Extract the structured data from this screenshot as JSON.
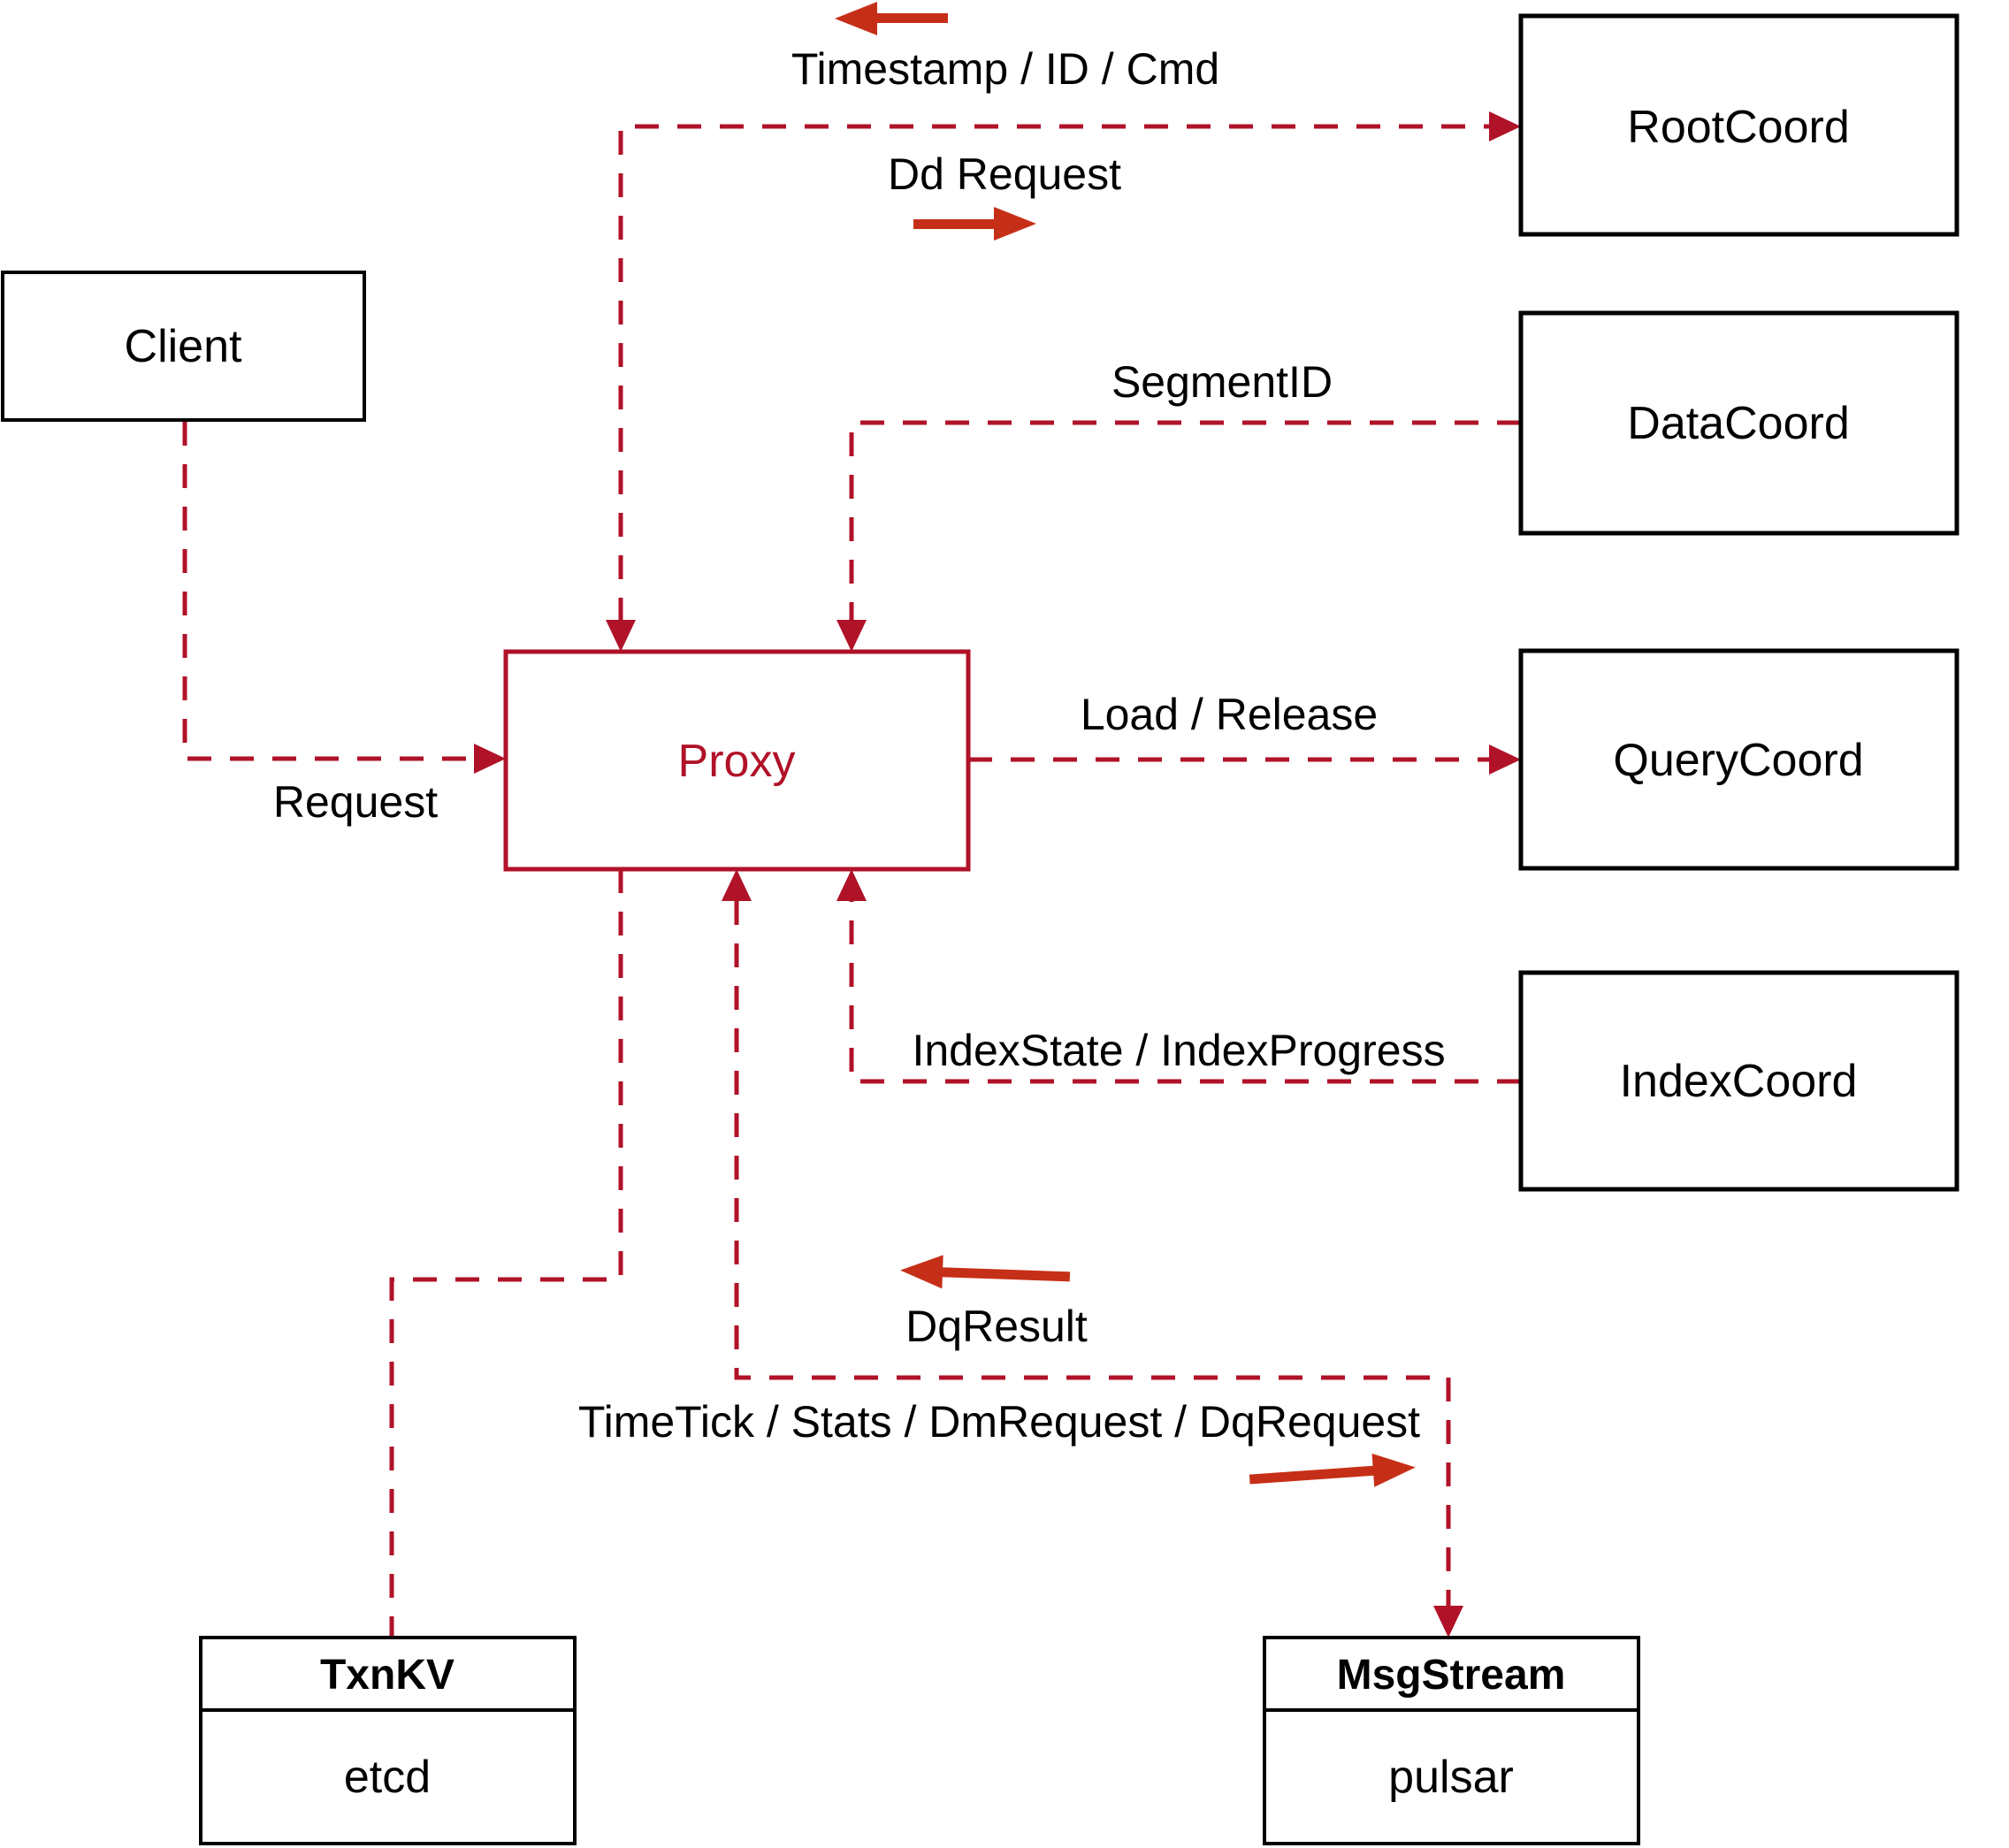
{
  "diagram": {
    "nodes": {
      "client": {
        "label": "Client"
      },
      "proxy": {
        "label": "Proxy"
      },
      "rootcoord": {
        "label": "RootCoord"
      },
      "datacoord": {
        "label": "DataCoord"
      },
      "querycoord": {
        "label": "QueryCoord"
      },
      "indexcoord": {
        "label": "IndexCoord"
      },
      "txnkv": {
        "title": "TxnKV",
        "subtitle": "etcd"
      },
      "msgstream": {
        "title": "MsgStream",
        "subtitle": "pulsar"
      }
    },
    "edge_labels": {
      "timestamp_id_cmd": "Timestamp / ID / Cmd",
      "dd_request": "Dd Request",
      "segment_id": "SegmentID",
      "request": "Request",
      "load_release": "Load / Release",
      "index_state": "IndexState / IndexProgress",
      "dq_result": "DqResult",
      "timetick": "TimeTick / Stats / DmRequest / DqRequest"
    },
    "colors": {
      "dashed_line": "#b01228",
      "solid_arrow": "#c62f17",
      "proxy_accent": "#b01228",
      "box_border": "#000000",
      "text": "#000000",
      "background": "#ffffff"
    }
  }
}
